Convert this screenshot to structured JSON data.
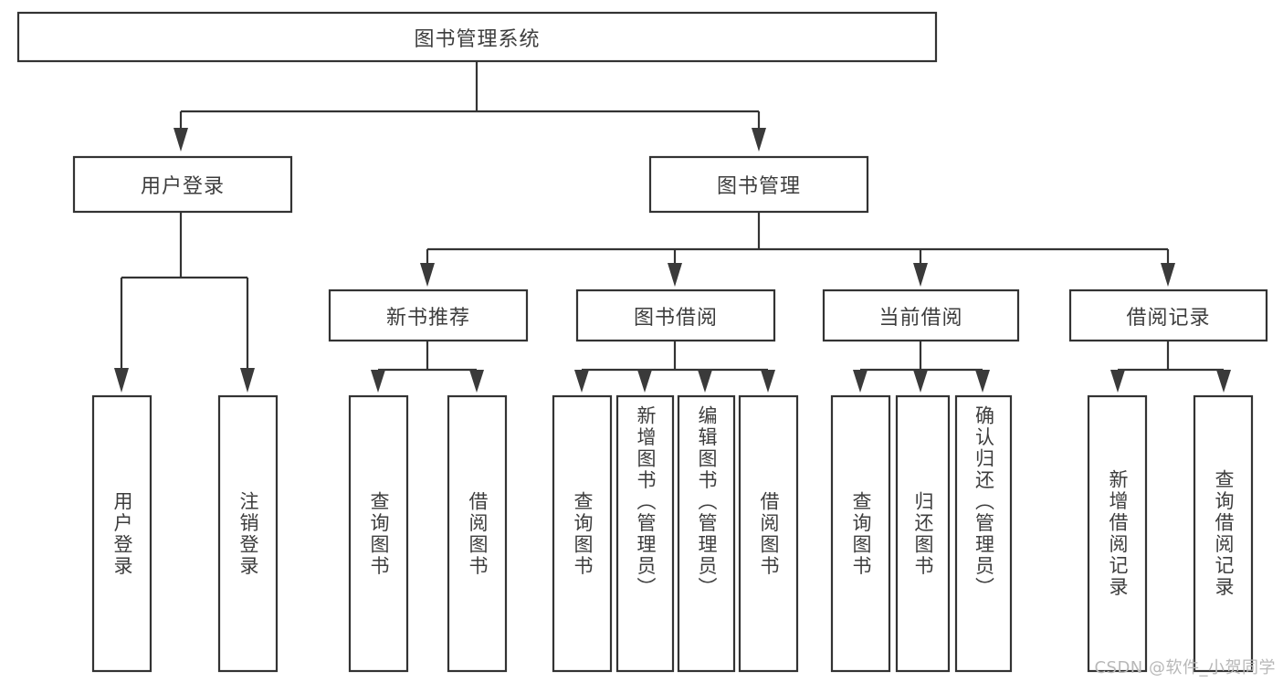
{
  "diagram": {
    "title": "图书管理系统",
    "type": "tree",
    "root": {
      "id": "root",
      "label": "图书管理系统",
      "orientation": "horizontal"
    },
    "level1": [
      {
        "id": "user-login",
        "label": "用户登录",
        "orientation": "horizontal"
      },
      {
        "id": "book-manage",
        "label": "图书管理",
        "orientation": "horizontal"
      }
    ],
    "level2": [
      {
        "id": "new-book-rec",
        "label": "新书推荐",
        "parent": "book-manage",
        "orientation": "horizontal"
      },
      {
        "id": "book-borrow",
        "label": "图书借阅",
        "parent": "book-manage",
        "orientation": "horizontal"
      },
      {
        "id": "current-borrow",
        "label": "当前借阅",
        "parent": "book-manage",
        "orientation": "horizontal"
      },
      {
        "id": "borrow-record",
        "label": "借阅记录",
        "parent": "book-manage",
        "orientation": "horizontal"
      }
    ],
    "leaves": [
      {
        "id": "leaf-user-login",
        "label": "用户登录",
        "parent": "user-login",
        "orientation": "vertical"
      },
      {
        "id": "leaf-logout",
        "label": "注销登录",
        "parent": "user-login",
        "orientation": "vertical"
      },
      {
        "id": "leaf-query-book-1",
        "label": "查询图书",
        "parent": "new-book-rec",
        "orientation": "vertical"
      },
      {
        "id": "leaf-borrow-book-1",
        "label": "借阅图书",
        "parent": "new-book-rec",
        "orientation": "vertical"
      },
      {
        "id": "leaf-query-book-2",
        "label": "查询图书",
        "parent": "book-borrow",
        "orientation": "vertical"
      },
      {
        "id": "leaf-add-book",
        "label": "新增图书（管理员）",
        "parent": "book-borrow",
        "orientation": "vertical"
      },
      {
        "id": "leaf-edit-book",
        "label": "编辑图书（管理员）",
        "parent": "book-borrow",
        "orientation": "vertical"
      },
      {
        "id": "leaf-borrow-book-2",
        "label": "借阅图书",
        "parent": "book-borrow",
        "orientation": "vertical"
      },
      {
        "id": "leaf-query-book-3",
        "label": "查询图书",
        "parent": "current-borrow",
        "orientation": "vertical"
      },
      {
        "id": "leaf-return-book",
        "label": "归还图书",
        "parent": "current-borrow",
        "orientation": "vertical"
      },
      {
        "id": "leaf-confirm-return",
        "label": "确认归还（管理员）",
        "parent": "current-borrow",
        "orientation": "vertical"
      },
      {
        "id": "leaf-add-record",
        "label": "新增借阅记录",
        "parent": "borrow-record",
        "orientation": "vertical"
      },
      {
        "id": "leaf-query-record",
        "label": "查询借阅记录",
        "parent": "borrow-record",
        "orientation": "vertical"
      }
    ]
  },
  "colors": {
    "box_stroke": "#333333",
    "box_fill": "#ffffff",
    "text": "#3d3d3d",
    "connector": "#333333",
    "background": "#ffffff",
    "watermark": "#b8b8b8"
  },
  "watermark": {
    "text": "CSDN @软件_小贺同学"
  }
}
